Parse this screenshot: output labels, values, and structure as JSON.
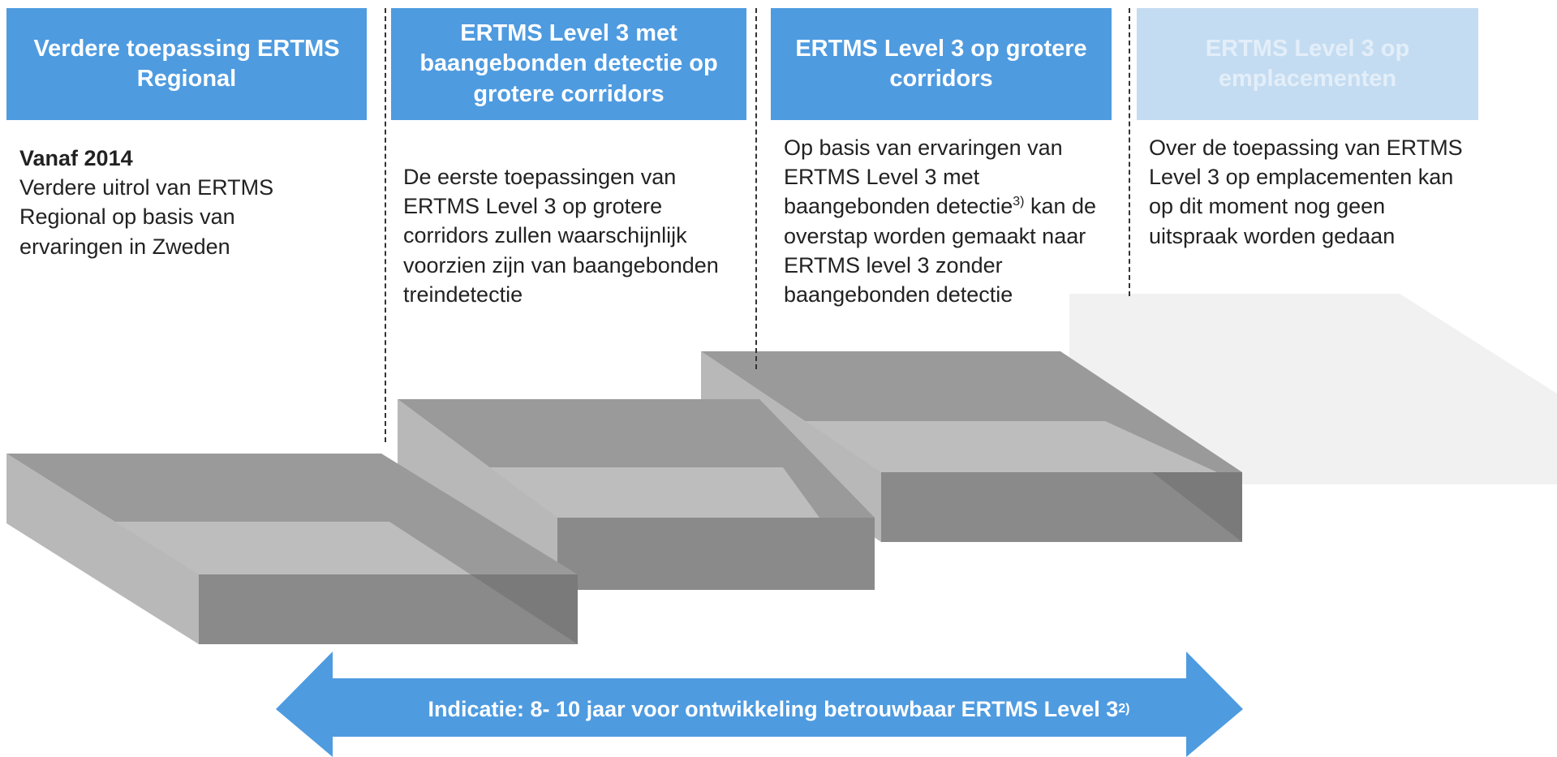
{
  "phases": [
    {
      "header": "Verdere toepassing ERTMS Regional",
      "subheading": "Vanaf 2014",
      "body": "Verdere uitrol van ERTMS Regional op basis van ervaringen in Zweden"
    },
    {
      "header": "ERTMS Level 3 met baangebonden detectie op grotere corridors",
      "body": "De eerste toepassingen van ERTMS Level 3 op grotere corridors zullen waarschijnlijk voorzien zijn van baangebonden treindetectie"
    },
    {
      "header": "ERTMS Level 3 op grotere corridors",
      "body_before": "Op basis van ervaringen van ERTMS Level 3 met baangebonden detectie",
      "body_sup": "3)",
      "body_after": " kan de overstap worden gemaakt naar ERTMS level 3 zonder baangebonden detectie"
    },
    {
      "header": "ERTMS Level 3 op emplacementen",
      "body": "Over de toepassing van ERTMS Level 3 op emplacementen kan op dit moment nog geen uitspraak worden gedaan"
    }
  ],
  "arrow": {
    "label": "Indicatie: 8- 10 jaar voor ontwikkeling  betrouwbaar ERTMS Level 3",
    "sup": "2)"
  },
  "colors": {
    "header_active": "#4e9be0",
    "header_future": "#c4dcf1",
    "arrow": "#4e9be0",
    "block_grey": "#8c8c8c"
  }
}
